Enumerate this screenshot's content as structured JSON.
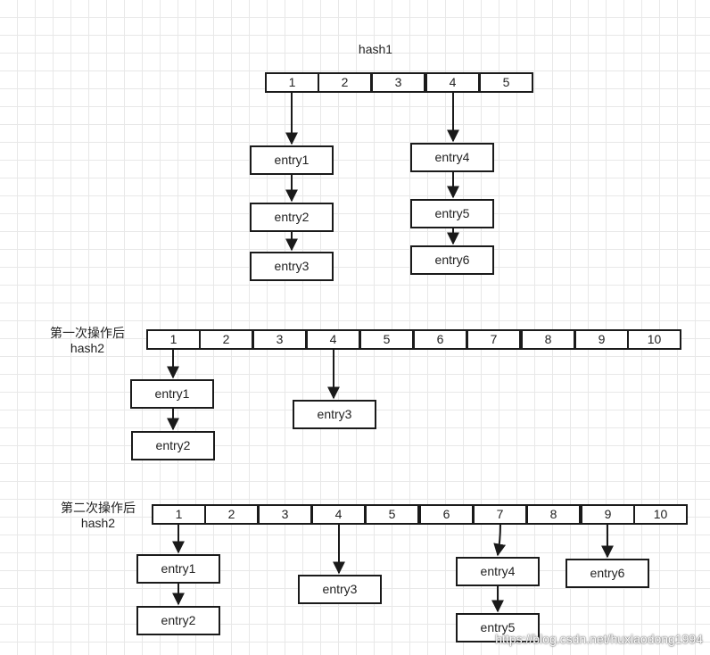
{
  "hash1": {
    "title": "hash1",
    "slots": [
      "1",
      "2",
      "3",
      "4",
      "5"
    ],
    "chains": [
      {
        "slot": "1",
        "entries": [
          "entry1",
          "entry2",
          "entry3"
        ]
      },
      {
        "slot": "4",
        "entries": [
          "entry4",
          "entry5",
          "entry6"
        ]
      }
    ]
  },
  "hash2_first": {
    "caption": "第一次操作后",
    "title": "hash2",
    "slots": [
      "1",
      "2",
      "3",
      "4",
      "5",
      "6",
      "7",
      "8",
      "9",
      "10"
    ],
    "chains": [
      {
        "slot": "1",
        "entries": [
          "entry1",
          "entry2"
        ]
      },
      {
        "slot": "4",
        "entries": [
          "entry3"
        ]
      }
    ]
  },
  "hash2_second": {
    "caption": "第二次操作后",
    "title": "hash2",
    "slots": [
      "1",
      "2",
      "3",
      "4",
      "5",
      "6",
      "7",
      "8",
      "9",
      "10"
    ],
    "chains": [
      {
        "slot": "1",
        "entries": [
          "entry1",
          "entry2"
        ]
      },
      {
        "slot": "4",
        "entries": [
          "entry3"
        ]
      },
      {
        "slot": "7",
        "entries": [
          "entry4",
          "entry5"
        ]
      },
      {
        "slot": "9",
        "entries": [
          "entry6"
        ]
      }
    ]
  },
  "watermark": "https://blog.csdn.net/huxiaodong1994"
}
